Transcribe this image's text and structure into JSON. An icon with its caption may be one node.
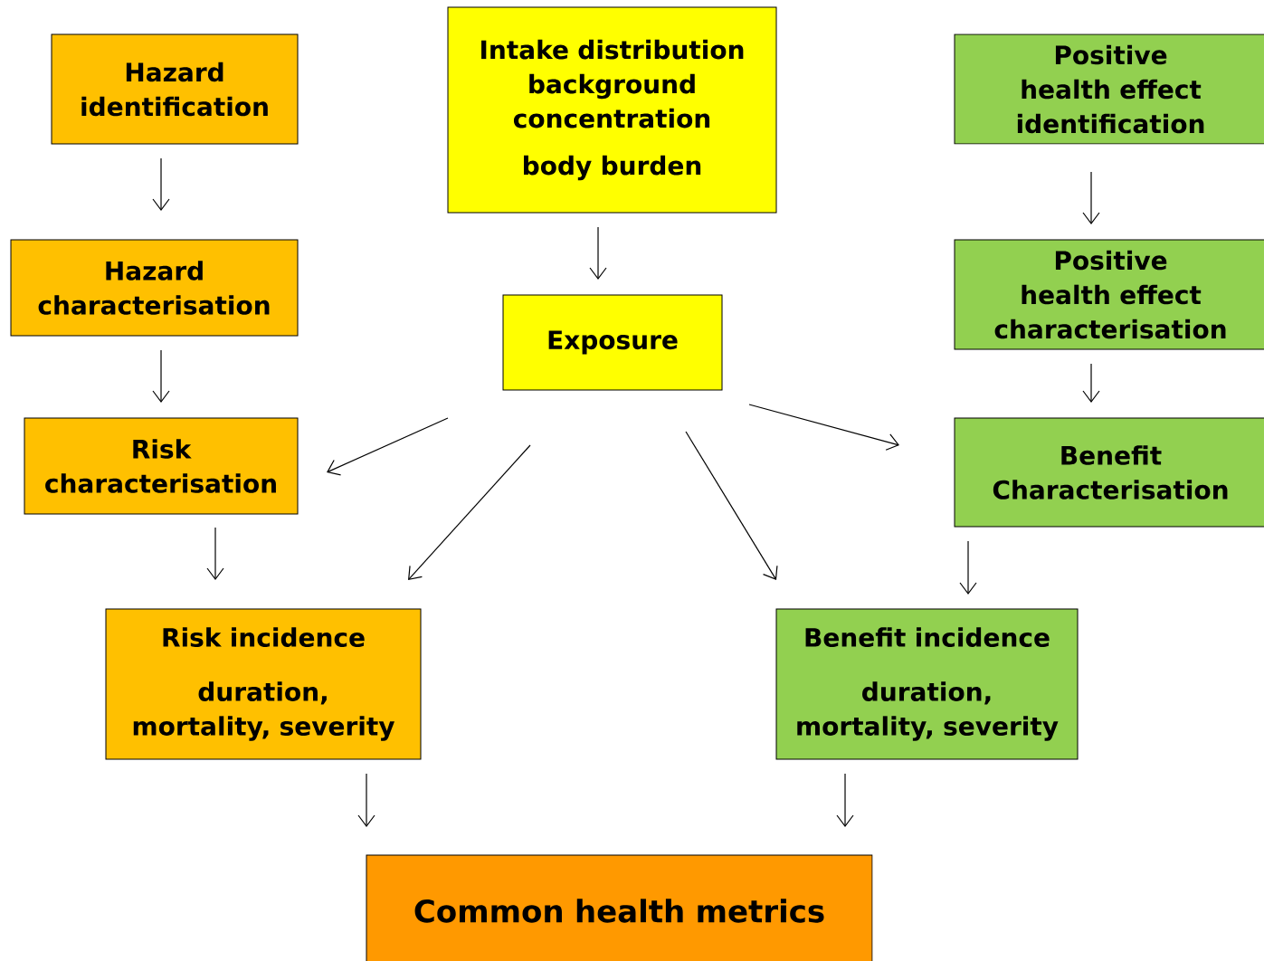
{
  "diagram": {
    "nodes": [
      {
        "text": [
          "Hazard identification"
        ]
      },
      {
        "text": [
          "Intake distribution background concentration",
          "body burden"
        ]
      },
      {
        "text": [
          "Positive health effect identification"
        ]
      },
      {
        "text": [
          "Hazard characterisation"
        ]
      },
      {
        "text": [
          "Exposure"
        ]
      },
      {
        "text": [
          "Positive health effect characterisation"
        ]
      },
      {
        "text": [
          "Risk characterisation"
        ]
      },
      {
        "text": [
          "Benefit Characterisation"
        ]
      },
      {
        "text": [
          "Risk incidence",
          "duration, mortality, severity"
        ]
      },
      {
        "text": [
          "Benefit incidence",
          "duration, mortality, severity"
        ]
      },
      {
        "text": [
          "Common health metrics"
        ]
      }
    ],
    "edges": [
      {
        "from": 0,
        "to": 3,
        "arrow": "to"
      },
      {
        "from": 3,
        "to": 6,
        "arrow": "to"
      },
      {
        "from": 1,
        "to": 4,
        "arrow": "to"
      },
      {
        "from": 2,
        "to": 5,
        "arrow": "to"
      },
      {
        "from": 5,
        "to": 7,
        "arrow": "to"
      },
      {
        "from": 4,
        "to": 6,
        "arrow": "to"
      },
      {
        "from": 4,
        "to": 8,
        "arrow": "to"
      },
      {
        "from": 4,
        "to": 9,
        "arrow": "to"
      },
      {
        "from": 4,
        "to": 7,
        "arrow": "to"
      },
      {
        "from": 6,
        "to": 8,
        "arrow": "to"
      },
      {
        "from": 7,
        "to": 9,
        "arrow": "to"
      },
      {
        "from": 8,
        "to": 10,
        "arrow": "to"
      },
      {
        "from": 9,
        "to": 10,
        "arrow": "to"
      }
    ]
  }
}
